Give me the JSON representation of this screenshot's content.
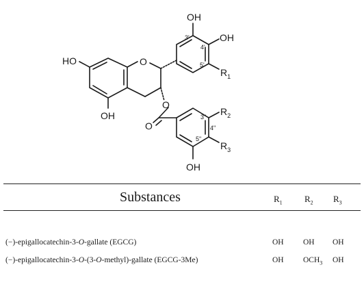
{
  "structure": {
    "labels": {
      "oh_top": "OH",
      "oh_right": "OH",
      "pos_3p": "3'",
      "pos_4p": "4'",
      "pos_5p": "5'",
      "r1": "R",
      "r1_sub": "1",
      "ho_left": "HO",
      "ring_o": "O",
      "ester_o": "O",
      "carbonyl_o": "O",
      "oh_bottom_a": "OH",
      "pos_3pp": "3\"",
      "pos_4pp": "4\"",
      "pos_5pp": "5\"",
      "r2": "R",
      "r2_sub": "2",
      "r3": "R",
      "r3_sub": "3",
      "oh_bottom_b": "OH"
    }
  },
  "table": {
    "header": {
      "substances": "Substances",
      "r1": "R",
      "r1_sub": "1",
      "r2": "R",
      "r2_sub": "2",
      "r3": "R",
      "r3_sub": "3"
    },
    "rows": [
      {
        "name_a": "(−)-epigallocatechin-3-",
        "name_o": "O",
        "name_b": "-gallate (EGCG)",
        "r1": "OH",
        "r2": "OH",
        "r2_sub": "",
        "r2_tail": "",
        "r3": "OH"
      },
      {
        "name_a": "(−)-epigallocatechin-3-",
        "name_o": "O",
        "name_b": "-(3-",
        "name_o2": "O",
        "name_c": "-methyl)-gallate (EGCG-3Me)",
        "r1": "OH",
        "r2": "OCH",
        "r2_sub": "3",
        "r2_tail": "",
        "r3": "OH"
      }
    ]
  }
}
